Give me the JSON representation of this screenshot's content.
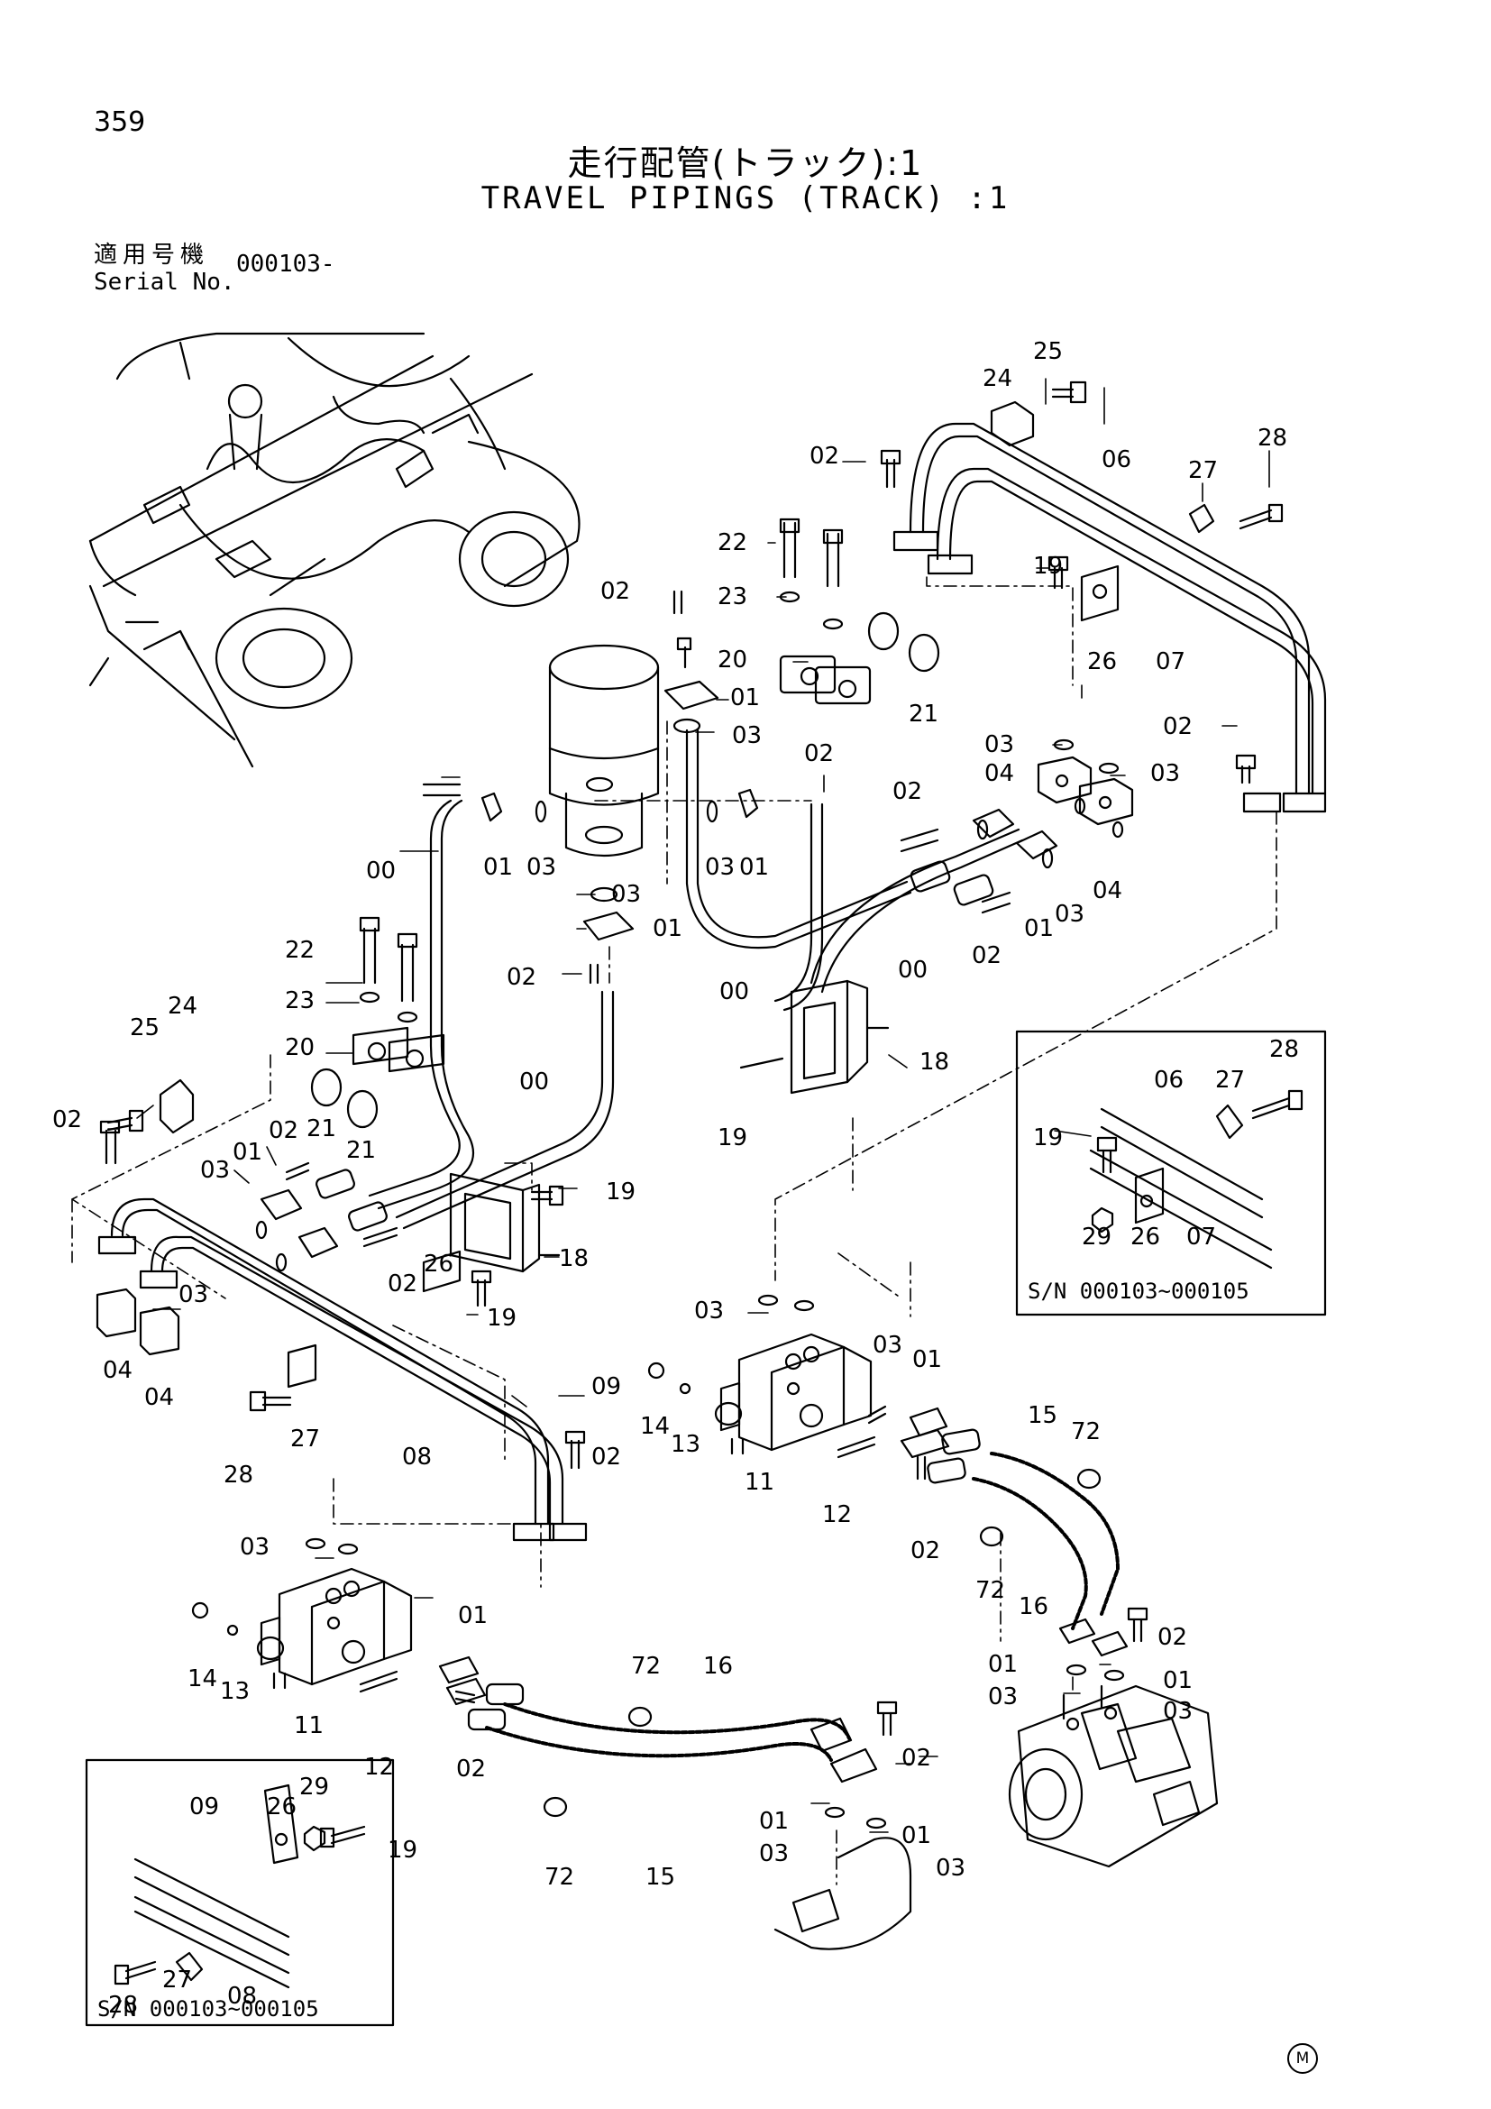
{
  "header": {
    "page_number": "359",
    "title_jp": "走行配管(トラック):1",
    "title_en": "TRAVEL PIPINGS (TRACK) :1",
    "serial_label_jp": "適用号機",
    "serial_label_en": "Serial No.",
    "serial_value": "000103-"
  },
  "insets": [
    {
      "caption": "S/N 000103~000105"
    },
    {
      "caption": "S/N 000103~000105"
    }
  ],
  "footer": {
    "mark": "M"
  },
  "callouts": [
    {
      "text": "24"
    },
    {
      "text": "25"
    },
    {
      "text": "02"
    },
    {
      "text": "06"
    },
    {
      "text": "28"
    },
    {
      "text": "27"
    },
    {
      "text": "22"
    },
    {
      "text": "02"
    },
    {
      "text": "23"
    },
    {
      "text": "19"
    },
    {
      "text": "26"
    },
    {
      "text": "07"
    },
    {
      "text": "20"
    },
    {
      "text": "01"
    },
    {
      "text": "21"
    },
    {
      "text": "03"
    },
    {
      "text": "02"
    },
    {
      "text": "02"
    },
    {
      "text": "03"
    },
    {
      "text": "04"
    },
    {
      "text": "03"
    },
    {
      "text": "00"
    },
    {
      "text": "01"
    },
    {
      "text": "03"
    },
    {
      "text": "03"
    },
    {
      "text": "01"
    },
    {
      "text": "02"
    },
    {
      "text": "04"
    },
    {
      "text": "03"
    },
    {
      "text": "01"
    },
    {
      "text": "03"
    },
    {
      "text": "01"
    },
    {
      "text": "02"
    },
    {
      "text": "00"
    },
    {
      "text": "02"
    },
    {
      "text": "00"
    },
    {
      "text": "22"
    },
    {
      "text": "23"
    },
    {
      "text": "24"
    },
    {
      "text": "25"
    },
    {
      "text": "20"
    },
    {
      "text": "18"
    },
    {
      "text": "00"
    },
    {
      "text": "02"
    },
    {
      "text": "21"
    },
    {
      "text": "02"
    },
    {
      "text": "21"
    },
    {
      "text": "19"
    },
    {
      "text": "01"
    },
    {
      "text": "03"
    },
    {
      "text": "19"
    },
    {
      "text": "18"
    },
    {
      "text": "02"
    },
    {
      "text": "03"
    },
    {
      "text": "26"
    },
    {
      "text": "04"
    },
    {
      "text": "04"
    },
    {
      "text": "19"
    },
    {
      "text": "27"
    },
    {
      "text": "28"
    },
    {
      "text": "09"
    },
    {
      "text": "08"
    },
    {
      "text": "02"
    },
    {
      "text": "06"
    },
    {
      "text": "27"
    },
    {
      "text": "28"
    },
    {
      "text": "19"
    },
    {
      "text": "29"
    },
    {
      "text": "26"
    },
    {
      "text": "07"
    },
    {
      "text": "03"
    },
    {
      "text": "03"
    },
    {
      "text": "01"
    },
    {
      "text": "14"
    },
    {
      "text": "13"
    },
    {
      "text": "15"
    },
    {
      "text": "72"
    },
    {
      "text": "11"
    },
    {
      "text": "12"
    },
    {
      "text": "02"
    },
    {
      "text": "72"
    },
    {
      "text": "16"
    },
    {
      "text": "03"
    },
    {
      "text": "01"
    },
    {
      "text": "02"
    },
    {
      "text": "14"
    },
    {
      "text": "13"
    },
    {
      "text": "11"
    },
    {
      "text": "12"
    },
    {
      "text": "01"
    },
    {
      "text": "01"
    },
    {
      "text": "03"
    },
    {
      "text": "03"
    },
    {
      "text": "72"
    },
    {
      "text": "16"
    },
    {
      "text": "02"
    },
    {
      "text": "02"
    },
    {
      "text": "09"
    },
    {
      "text": "29"
    },
    {
      "text": "26"
    },
    {
      "text": "19"
    },
    {
      "text": "01"
    },
    {
      "text": "03"
    },
    {
      "text": "01"
    },
    {
      "text": "03"
    },
    {
      "text": "72"
    },
    {
      "text": "15"
    },
    {
      "text": "28"
    },
    {
      "text": "27"
    },
    {
      "text": "08"
    }
  ]
}
